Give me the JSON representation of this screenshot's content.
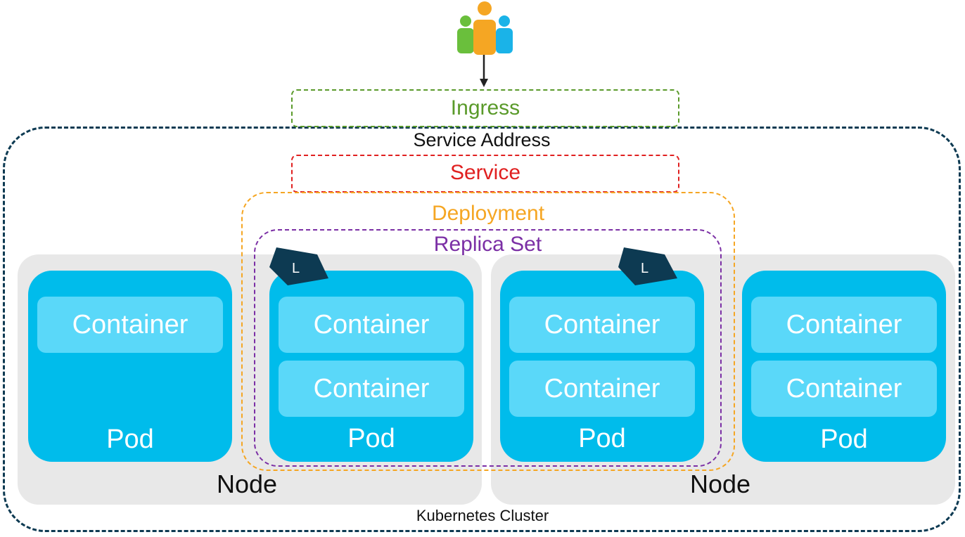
{
  "users_icon": "users-group-icon",
  "ingress": {
    "label": "Ingress",
    "color": "#5a9a2a"
  },
  "service_address": {
    "label": "Service Address"
  },
  "service": {
    "label": "Service",
    "color": "#e02020"
  },
  "deployment": {
    "label": "Deployment",
    "color": "#f5a623"
  },
  "replica_set": {
    "label": "Replica Set",
    "color": "#7b2fa5"
  },
  "label_tag_text": "L",
  "nodes": [
    {
      "label": "Node"
    },
    {
      "label": "Node"
    }
  ],
  "pods": [
    {
      "label": "Pod",
      "containers": [
        "Container"
      ]
    },
    {
      "label": "Pod",
      "containers": [
        "Container",
        "Container"
      ]
    },
    {
      "label": "Pod",
      "containers": [
        "Container",
        "Container"
      ]
    },
    {
      "label": "Pod",
      "containers": [
        "Container",
        "Container"
      ]
    }
  ],
  "cluster": {
    "label": "Kubernetes Cluster"
  }
}
